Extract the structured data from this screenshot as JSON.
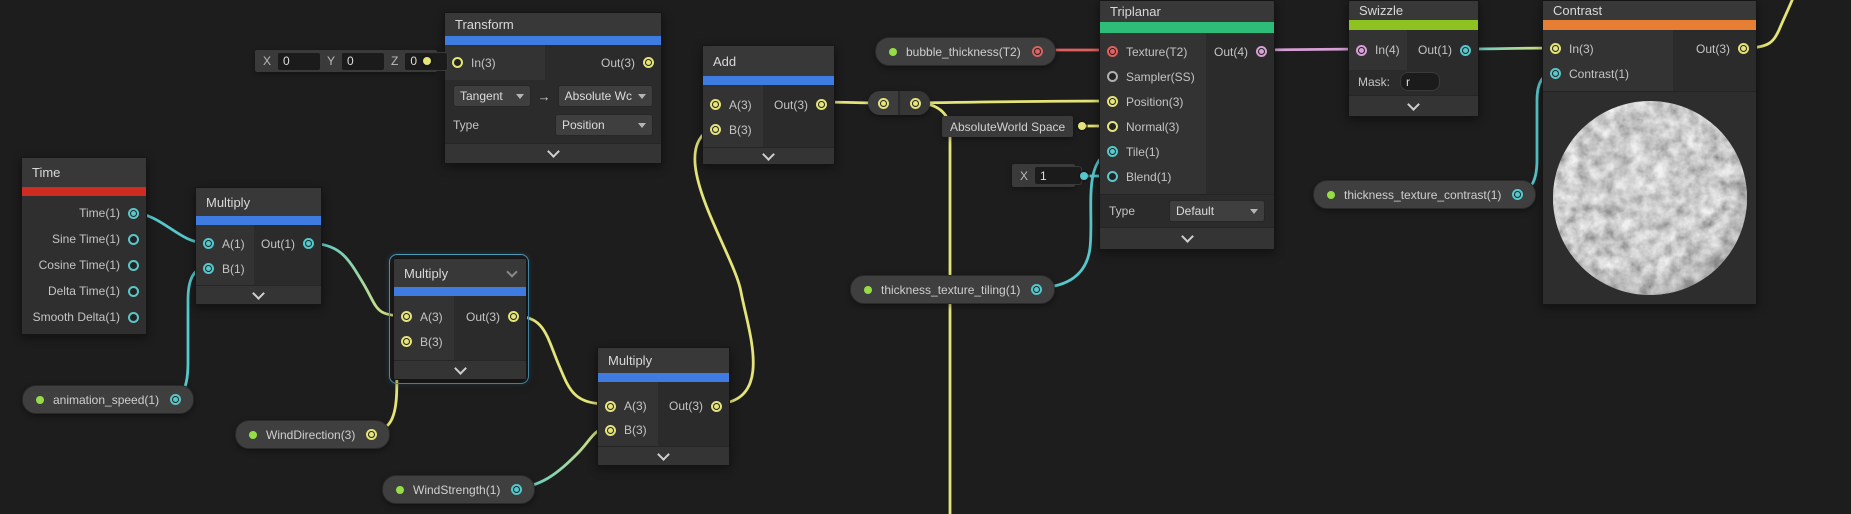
{
  "colors": {
    "float": "#56c8cc",
    "vector3": "#e4e478",
    "vector4": "#d79fd6",
    "texture2d": "#e0605f",
    "sampler": "#b0b0b0",
    "bar_blue": "#3e7ce2",
    "bar_red": "#d02b20",
    "bar_green": "#2dbd78",
    "bar_yellowgreen": "#8ec220",
    "bar_orange": "#e67e34",
    "selection": "#4f9fbf",
    "pill_dot": "#96dd45"
  },
  "nodes": {
    "time": {
      "title": "Time",
      "outputs": [
        {
          "label": "Time(1)",
          "type": "float",
          "connected": true
        },
        {
          "label": "Sine Time(1)",
          "type": "float",
          "connected": false
        },
        {
          "label": "Cosine Time(1)",
          "type": "float",
          "connected": false
        },
        {
          "label": "Delta Time(1)",
          "type": "float",
          "connected": false
        },
        {
          "label": "Smooth Delta(1)",
          "type": "float",
          "connected": false
        }
      ]
    },
    "multiply1": {
      "title": "Multiply",
      "inputs": [
        {
          "label": "A(1)",
          "type": "float",
          "connected": true
        },
        {
          "label": "B(1)",
          "type": "float",
          "connected": true
        }
      ],
      "outputs": [
        {
          "label": "Out(1)",
          "type": "float",
          "connected": true
        }
      ]
    },
    "multiply2": {
      "title": "Multiply",
      "selected": true,
      "inputs": [
        {
          "label": "A(3)",
          "type": "vector3",
          "connected": true
        },
        {
          "label": "B(3)",
          "type": "vector3",
          "connected": true
        }
      ],
      "outputs": [
        {
          "label": "Out(3)",
          "type": "vector3",
          "connected": true
        }
      ]
    },
    "multiply3": {
      "title": "Multiply",
      "inputs": [
        {
          "label": "A(3)",
          "type": "vector3",
          "connected": true
        },
        {
          "label": "B(3)",
          "type": "vector3",
          "connected": true
        }
      ],
      "outputs": [
        {
          "label": "Out(3)",
          "type": "vector3",
          "connected": true
        }
      ]
    },
    "transform": {
      "title": "Transform",
      "inputs": [
        {
          "label": "In(3)",
          "type": "vector3",
          "connected": false
        }
      ],
      "outputs": [
        {
          "label": "Out(3)",
          "type": "vector3",
          "connected": true
        }
      ],
      "space_from": "Tangent",
      "space_arrow": "→",
      "space_to": "Absolute Wc",
      "type_label": "Type",
      "type_value": "Position"
    },
    "add": {
      "title": "Add",
      "inputs": [
        {
          "label": "A(3)",
          "type": "vector3",
          "connected": true
        },
        {
          "label": "B(3)",
          "type": "vector3",
          "connected": true
        }
      ],
      "outputs": [
        {
          "label": "Out(3)",
          "type": "vector3",
          "connected": true
        }
      ]
    },
    "triplanar": {
      "title": "Triplanar",
      "inputs": [
        {
          "label": "Texture(T2)",
          "type": "texture2d",
          "connected": true
        },
        {
          "label": "Sampler(SS)",
          "type": "sampler",
          "connected": false
        },
        {
          "label": "Position(3)",
          "type": "vector3",
          "connected": true
        },
        {
          "label": "Normal(3)",
          "type": "vector3",
          "connected": false
        },
        {
          "label": "Tile(1)",
          "type": "float",
          "connected": true
        },
        {
          "label": "Blend(1)",
          "type": "float",
          "connected": false
        }
      ],
      "outputs": [
        {
          "label": "Out(4)",
          "type": "vector4",
          "connected": true
        }
      ],
      "type_label": "Type",
      "type_value": "Default"
    },
    "swizzle": {
      "title": "Swizzle",
      "inputs": [
        {
          "label": "In(4)",
          "type": "vector4",
          "connected": true
        }
      ],
      "outputs": [
        {
          "label": "Out(1)",
          "type": "float",
          "connected": true
        }
      ],
      "mask_label": "Mask:",
      "mask_value": "r"
    },
    "contrast": {
      "title": "Contrast",
      "inputs": [
        {
          "label": "In(3)",
          "type": "vector3",
          "connected": true
        },
        {
          "label": "Contrast(1)",
          "type": "float",
          "connected": true
        }
      ],
      "outputs": [
        {
          "label": "Out(3)",
          "type": "vector3",
          "connected": true
        }
      ]
    }
  },
  "widgets": {
    "transform_in_default": {
      "type": "vector3",
      "connected": true,
      "fields": [
        {
          "label": "X",
          "value": "0"
        },
        {
          "label": "Y",
          "value": "0"
        },
        {
          "label": "Z",
          "value": "0"
        }
      ]
    },
    "blend_default": {
      "type": "float",
      "connected": true,
      "fields": [
        {
          "label": "X",
          "value": "1"
        }
      ]
    },
    "normal_space_dropdown": {
      "type": "vector3",
      "connected": true,
      "value": "AbsoluteWorld Space"
    }
  },
  "pills": {
    "bubble_thickness": {
      "label": "bubble_thickness(T2)",
      "type": "texture2d",
      "connected": true
    },
    "animation_speed": {
      "label": "animation_speed(1)",
      "type": "float",
      "connected": true
    },
    "wind_direction": {
      "label": "WindDirection(3)",
      "type": "vector3",
      "connected": true
    },
    "wind_strength": {
      "label": "WindStrength(1)",
      "type": "float",
      "connected": true
    },
    "thickness_texture_tiling": {
      "label": "thickness_texture_tiling(1)",
      "type": "float",
      "connected": true
    },
    "thickness_texture_contrast": {
      "label": "thickness_texture_contrast(1)",
      "type": "float",
      "connected": true
    }
  }
}
